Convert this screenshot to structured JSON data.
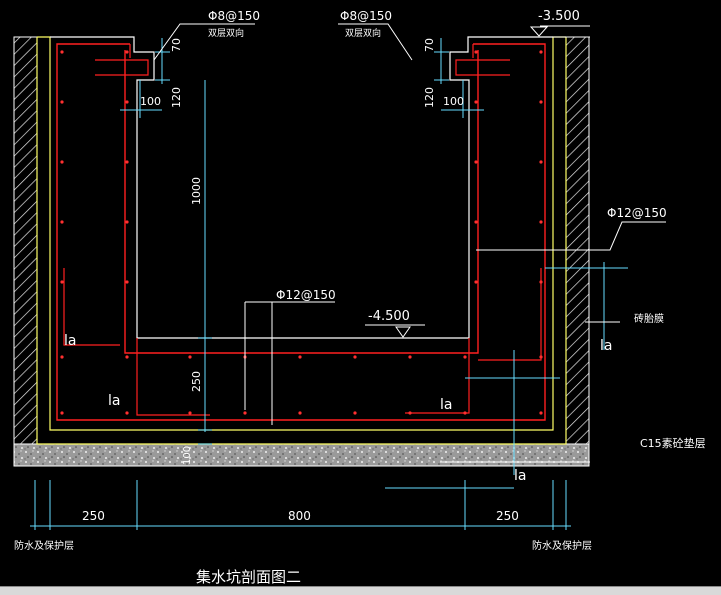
{
  "drawing": {
    "title": "集水坑剖面图二",
    "rebar_top_left": "Φ8@150",
    "rebar_top_left_note": "双层双向",
    "rebar_top_right": "Φ8@150",
    "rebar_top_right_note": "双层双向",
    "elev_top": "-3.500",
    "elev_bottom": "-4.500",
    "rebar_wall": "Φ12@150",
    "rebar_floor": "Φ12@150",
    "dim_70": "70",
    "dim_120": "120",
    "dim_100": "100",
    "dim_1000": "1000",
    "dim_250_v": "250",
    "dim_100_v": "100",
    "dim_250_left": "250",
    "dim_800": "800",
    "dim_250_right": "250",
    "anchor_la": "la",
    "brick_wall": "砖胎膜",
    "cushion": "C15素砼垫层",
    "waterproof_left": "防水及保护层",
    "waterproof_right": "防水及保护层"
  },
  "colors": {
    "background": "#000000",
    "outline": "#ffffff",
    "rebar": "#ff2020",
    "yellow": "#ffff66",
    "dim": "#66ddff",
    "text": "#ffffff"
  }
}
